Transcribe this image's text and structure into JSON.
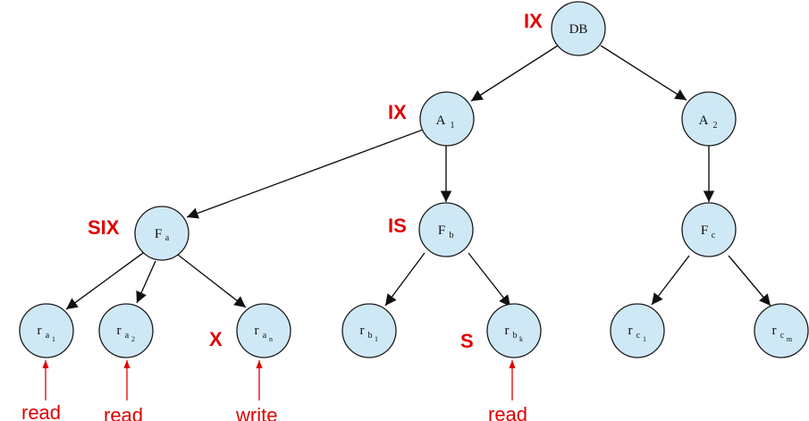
{
  "colors": {
    "node_fill": "#cfe8f5",
    "node_stroke": "#1a1a1a",
    "edge": "#111111",
    "label_red": "#e00000"
  },
  "nodes": {
    "db": {
      "main": "DB"
    },
    "a1": {
      "main": "A",
      "sub": "1"
    },
    "a2": {
      "main": "A",
      "sub": "2"
    },
    "fa": {
      "main": "F",
      "sub": "a"
    },
    "fb": {
      "main": "F",
      "sub": "b"
    },
    "fc": {
      "main": "F",
      "sub": "c"
    },
    "ra1": {
      "main": "r",
      "sub": "a",
      "subsub": "1"
    },
    "ra2": {
      "main": "r",
      "sub": "a",
      "subsub": "2"
    },
    "ran": {
      "main": "r",
      "sub": "a",
      "subsub": "n"
    },
    "rb1": {
      "main": "r",
      "sub": "b",
      "subsub": "1"
    },
    "rbk": {
      "main": "r",
      "sub": "b",
      "subsub": "k"
    },
    "rc1": {
      "main": "r",
      "sub": "c",
      "subsub": "1"
    },
    "rcm": {
      "main": "r",
      "sub": "c",
      "subsub": "m"
    }
  },
  "locks": {
    "db": "IX",
    "a1": "IX",
    "fa": "SIX",
    "fb": "IS",
    "ran": "X",
    "rbk": "S"
  },
  "operations": {
    "ra1": "read",
    "ra2": "read",
    "ran": "write",
    "rbk": "read"
  }
}
